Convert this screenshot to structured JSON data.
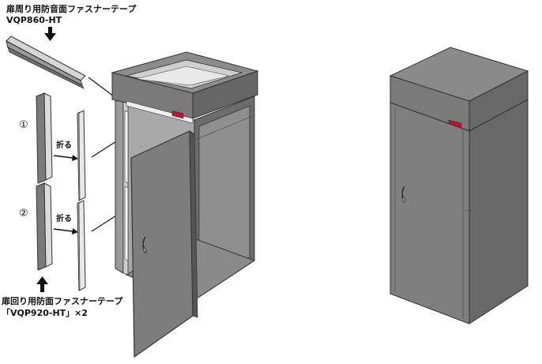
{
  "labels": {
    "top_tape_name": "扉周り用防音面ファスナーテープ",
    "top_tape_code": "VQP860-HT",
    "bottom_tape_name": "扉回り用防面ファスナーテープ",
    "bottom_tape_code": "「VQP920-HT」×2",
    "fold_label_1": "折る",
    "fold_label_2": "折る",
    "step_1": "①",
    "step_2": "②"
  },
  "colors": {
    "cabinet_top": "#8a8a8a",
    "cabinet_front": "#7d7d7d",
    "cabinet_side": "#6a6a6a",
    "outline": "#333333",
    "tape_light": "#e6e6e6",
    "tape_dark": "#7a7a7a",
    "badge": "#c8102e"
  },
  "icons": {
    "arrow_down": "arrow-down-icon",
    "arrow_up": "arrow-up-icon",
    "handle": "door-handle-icon"
  }
}
